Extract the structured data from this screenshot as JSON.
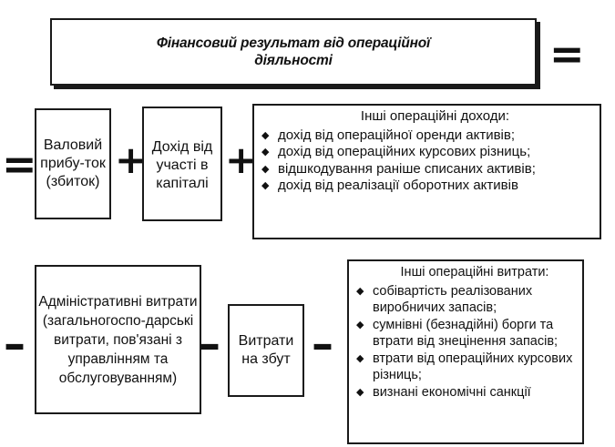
{
  "title": "Фінансовий результат від операційної діяльності",
  "operators": {
    "equals": "=",
    "plus": "+",
    "minus": "–"
  },
  "row1": {
    "gross_profit": "Валовий прибу-ток (збиток)",
    "equity_income": "Дохід від участі в капіталі",
    "other_income": {
      "heading": "Інші операційні доходи:",
      "items": [
        "дохід від операційної оренди активів;",
        "дохід від операційних курсових різниць;",
        "відшкодування раніше списаних активів;",
        "дохід від реалізації оборотних активів"
      ]
    }
  },
  "row2": {
    "admin_expenses": "Адміністративні витрати (загальногоспо-дарські витрати, пов'язані з управлінням та обслуговуванням)",
    "selling_expenses": "Витрати на збут",
    "other_expenses": {
      "heading": "Інші операційні витрати:",
      "items": [
        "собівартість реалізованих виробничих запасів;",
        "сумнівні (безнадійні) борги та втрати від знецінення запасів;",
        "втрати від операційних курсових різниць;",
        "визнані економічні санкції"
      ]
    }
  }
}
